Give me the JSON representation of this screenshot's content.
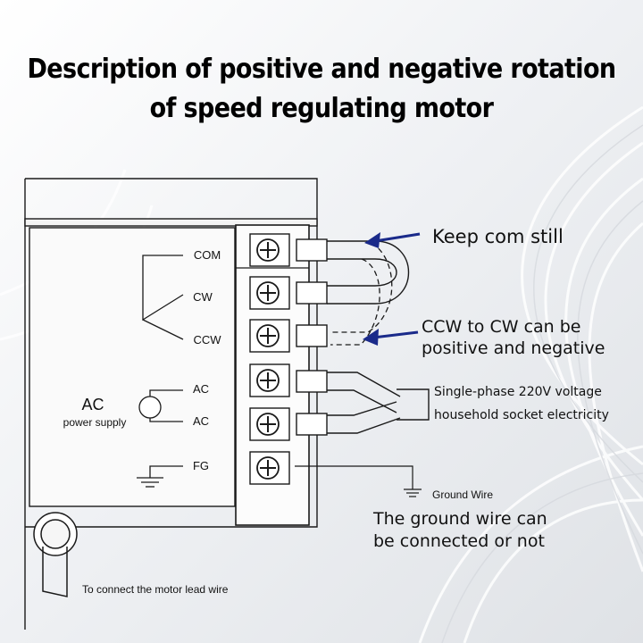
{
  "title_line1": "Description of positive and negative rotation",
  "title_line2": "of speed regulating motor",
  "terminals": {
    "com": "COM",
    "cw": "CW",
    "ccw": "CCW",
    "ac1": "AC",
    "ac2": "AC",
    "fg": "FG"
  },
  "power_supply": {
    "ac": "AC",
    "label": "power supply"
  },
  "annotations": {
    "keep_com": "Keep com still",
    "ccw_cw_line1": "CCW to CW can be",
    "ccw_cw_line2": "positive and negative",
    "single_phase_line1": "Single-phase 220V voltage",
    "single_phase_line2": "household socket electricity",
    "ground_wire": "Ground Wire",
    "ground_note_line1": "The ground wire can",
    "ground_note_line2": "be connected or not",
    "motor_lead": "To connect the motor lead wire"
  },
  "colors": {
    "arrow": "#1a2a8a",
    "line": "#1a1a1a"
  }
}
